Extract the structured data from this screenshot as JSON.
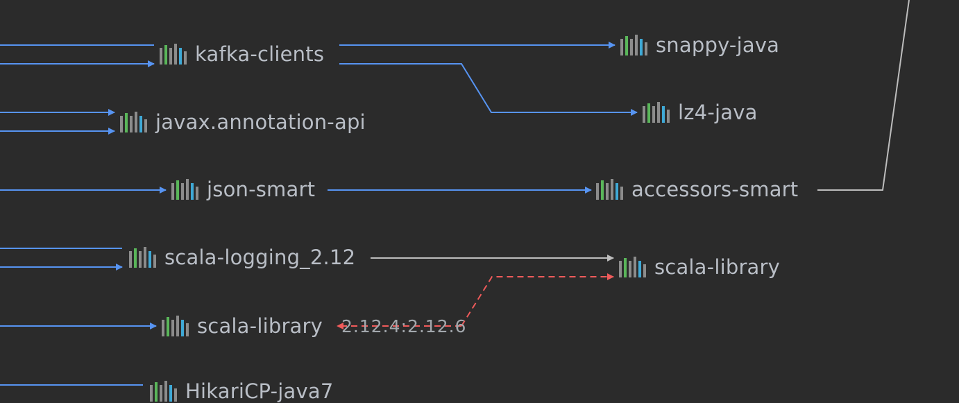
{
  "colors": {
    "background": "#2b2b2b",
    "edge_compile": "#5794f2",
    "edge_default": "#bdbdbd",
    "edge_conflict": "#f05b5b",
    "label": "#b9bec6",
    "icon_green": "#5ab65a",
    "icon_blue": "#3fa9d6",
    "icon_gray": "#8c8c8c"
  },
  "nodes": {
    "kafka_clients": {
      "label": "kafka-clients",
      "icon": "maven-artifact-icon"
    },
    "snappy_java": {
      "label": "snappy-java",
      "icon": "maven-artifact-icon"
    },
    "javax_annotation_api": {
      "label": "javax.annotation-api",
      "icon": "maven-artifact-icon"
    },
    "lz4_java": {
      "label": "lz4-java",
      "icon": "maven-artifact-icon"
    },
    "json_smart": {
      "label": "json-smart",
      "icon": "maven-artifact-icon"
    },
    "accessors_smart": {
      "label": "accessors-smart",
      "icon": "maven-artifact-icon"
    },
    "scala_logging": {
      "label": "scala-logging_2.12",
      "icon": "maven-artifact-icon"
    },
    "scala_library_right": {
      "label": "scala-library",
      "icon": "maven-artifact-icon"
    },
    "scala_library_left": {
      "label": "scala-library",
      "icon": "maven-artifact-icon"
    },
    "hikaricp": {
      "label": "HikariCP-java7",
      "icon": "maven-artifact-icon"
    }
  },
  "edge_labels": {
    "scala_version_conflict": "2.12.4:2.12.6"
  }
}
